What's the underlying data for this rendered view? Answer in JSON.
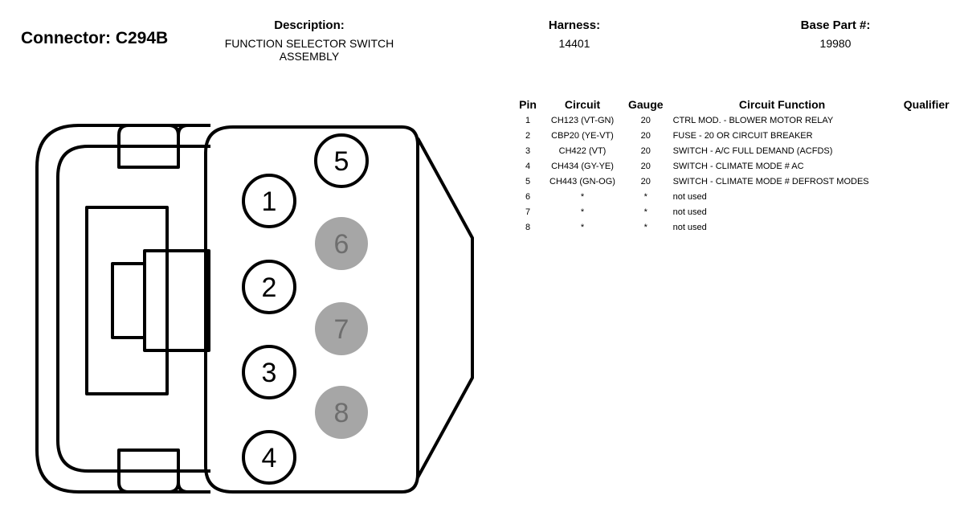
{
  "connector": {
    "title": "Connector: C294B",
    "description_label": "Description:",
    "description_value": "FUNCTION SELECTOR SWITCH\nASSEMBLY",
    "harness_label": "Harness:",
    "harness_value": "14401",
    "base_part_label": "Base Part #:",
    "base_part_value": "19980"
  },
  "diagram": {
    "active_pin_fill": "#ffffff",
    "unused_pin_fill": "#a6a6a6",
    "outline_color": "#000000",
    "pins": [
      {
        "label": "1",
        "state": "active"
      },
      {
        "label": "2",
        "state": "active"
      },
      {
        "label": "3",
        "state": "active"
      },
      {
        "label": "4",
        "state": "active"
      },
      {
        "label": "5",
        "state": "active"
      },
      {
        "label": "6",
        "state": "unused"
      },
      {
        "label": "7",
        "state": "unused"
      },
      {
        "label": "8",
        "state": "unused"
      }
    ]
  },
  "table": {
    "headers": {
      "pin": "Pin",
      "circuit": "Circuit",
      "gauge": "Gauge",
      "function": "Circuit Function",
      "qualifier": "Qualifier"
    },
    "rows": [
      {
        "pin": "1",
        "circuit": "CH123 (VT-GN)",
        "gauge": "20",
        "function": "CTRL MOD. - BLOWER MOTOR RELAY",
        "qualifier": ""
      },
      {
        "pin": "2",
        "circuit": "CBP20 (YE-VT)",
        "gauge": "20",
        "function": "FUSE - 20 OR CIRCUIT BREAKER",
        "qualifier": ""
      },
      {
        "pin": "3",
        "circuit": "CH422 (VT)",
        "gauge": "20",
        "function": "SWITCH - A/C FULL DEMAND (ACFDS)",
        "qualifier": ""
      },
      {
        "pin": "4",
        "circuit": "CH434 (GY-YE)",
        "gauge": "20",
        "function": "SWITCH - CLIMATE MODE # AC",
        "qualifier": ""
      },
      {
        "pin": "5",
        "circuit": "CH443 (GN-OG)",
        "gauge": "20",
        "function": "SWITCH - CLIMATE MODE # DEFROST MODES",
        "qualifier": ""
      },
      {
        "pin": "6",
        "circuit": "*",
        "gauge": "*",
        "function": "not used",
        "qualifier": ""
      },
      {
        "pin": "7",
        "circuit": "*",
        "gauge": "*",
        "function": "not used",
        "qualifier": ""
      },
      {
        "pin": "8",
        "circuit": "*",
        "gauge": "*",
        "function": "not used",
        "qualifier": ""
      }
    ]
  }
}
